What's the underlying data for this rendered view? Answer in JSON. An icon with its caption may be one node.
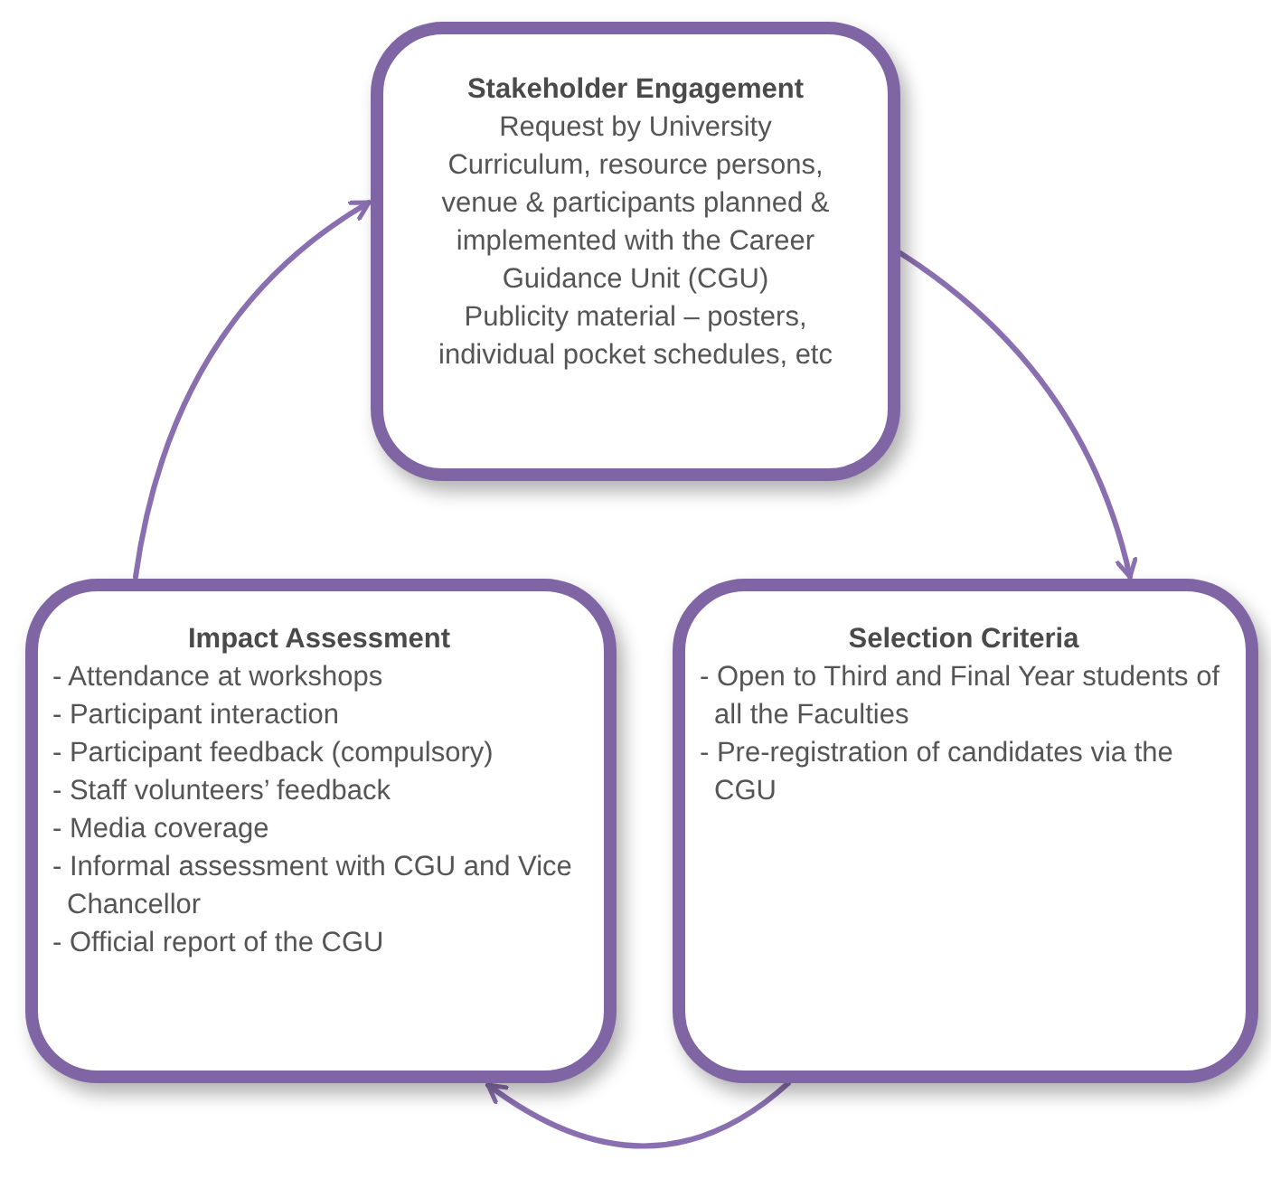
{
  "diagram": {
    "nodes": [
      {
        "text": [
          "Stakeholder Engagement",
          "Request by University",
          "Curriculum, resource persons, venue & participants planned & implemented with the Career Guidance Unit (CGU)",
          "Publicity material – posters, individual pocket schedules, etc"
        ]
      },
      {
        "text": [
          "Selection Criteria",
          "- Open to Third and Final Year students of all the Faculties",
          "- Pre-registration of candidates via the CGU"
        ]
      },
      {
        "text": [
          "Impact Assessment",
          "- Attendance at workshops",
          "- Participant interaction",
          "- Participant feedback (compulsory)",
          "- Staff volunteers’ feedback",
          "- Media coverage",
          "- Informal assessment with CGU and Vice Chancellor",
          "- Official report of the CGU"
        ]
      }
    ],
    "edges": [
      {
        "from": 0,
        "to": 1,
        "arrow": "to"
      },
      {
        "from": 1,
        "to": 2,
        "arrow": "to"
      },
      {
        "from": 2,
        "to": 0,
        "arrow": "to"
      }
    ]
  }
}
